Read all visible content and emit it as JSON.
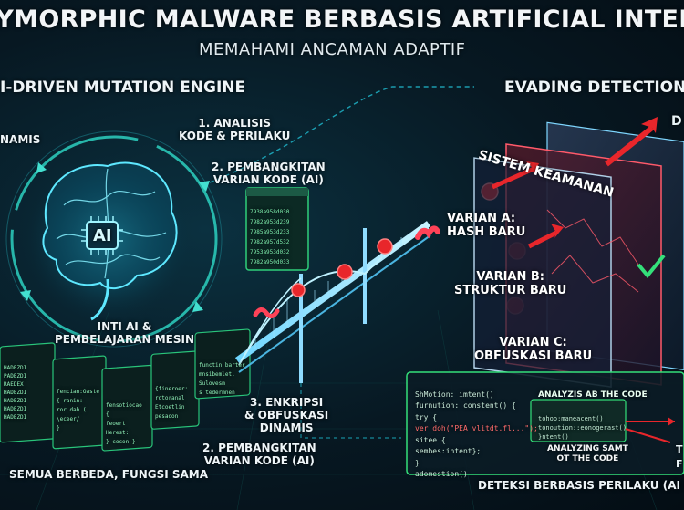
{
  "header": {
    "title": "LYMORPHIC MALWARE BERBASIS ARTIFICIAL INTELLIGEN",
    "subtitle": "MEMAHAMI ANCAMAN ADAPTIF"
  },
  "left_section": {
    "heading": "I-DRIVEN MUTATION ENGINE",
    "dynamic_label": "NAMIS",
    "step1": "1. ANALISIS\nKODE & PERILAKU",
    "step2": "2. PEMBANGKITAN\nVARIAN KODE (AI)",
    "step2_bottom": "2. PEMBANGKITAN\nVARIAN KODE (AI)",
    "step3": "3. ENKRIPSI\n& OBFUSKASI\nDINAMIS",
    "core_label": "INTI AI &\nPEMBELAJARAN MESIN",
    "ai_badge": "AI",
    "footer": "SEMUA BERBEDA, FUNGSI SAMA"
  },
  "right_section": {
    "heading": "EVADING DETECTION",
    "security_system": "SISTEM KEAMANAN",
    "corner_label": "D",
    "variant_a": "VARIAN A:\nHASH BARU",
    "variant_b": "VARIAN B:\nSTRUKTUR BARU",
    "variant_c": "VARIAN C:\nOBFUSKASI BARU",
    "behavior_label": "DETEKSI BERBASIS PERILAKU (AI &",
    "analysis_title": "ANALYZIS AB THE CODE",
    "analysis_sub": "ANALYZING SAMT\nOT THE CODE",
    "code_lines": [
      "ShMotion: imtent()",
      "furnution: constent() {",
      "try {",
      "ver doh(\"PEA vlitdt.fl...\");",
      "sitee {",
      "sembes:intent};",
      "}",
      "adomestion()"
    ],
    "inner_code": [
      "tohoo:maneacent()",
      "tonoution::eonogerast()",
      "}ntent()"
    ],
    "right_edge": [
      "T",
      "F"
    ]
  },
  "code_snippets": {
    "hex_panel": [
      "7938a958d030",
      "7982a953d239",
      "7985a953d233",
      "7982a957d532",
      "7953a953d032",
      "7982a950d033"
    ],
    "stack1": [
      "HADEZDI",
      "PADEZDI",
      "RAEDEX",
      "HADEZDI",
      "HADEZDI",
      "HADEZDI",
      "HADEZDI"
    ],
    "stack2": [
      "fencian:Oaste",
      "{ ranin:",
      "ror dah (",
      "\\eceer/",
      "}"
    ],
    "stack3": [
      "fensotiocao",
      "{",
      "feoert",
      "Herest:",
      "} cocon }"
    ],
    "stack4": [
      "{fineroer:",
      "rotoranal",
      "Etcoetlin",
      "pesaoon"
    ],
    "stack5": [
      "functin barter",
      "mnsibemlet.",
      "Sulovesm",
      "s tedermnen"
    ]
  },
  "colors": {
    "accent_cyan": "#23d3e8",
    "accent_green": "#34e07a",
    "danger_red": "#e8262b",
    "panel_dark": "#0b1c26"
  }
}
